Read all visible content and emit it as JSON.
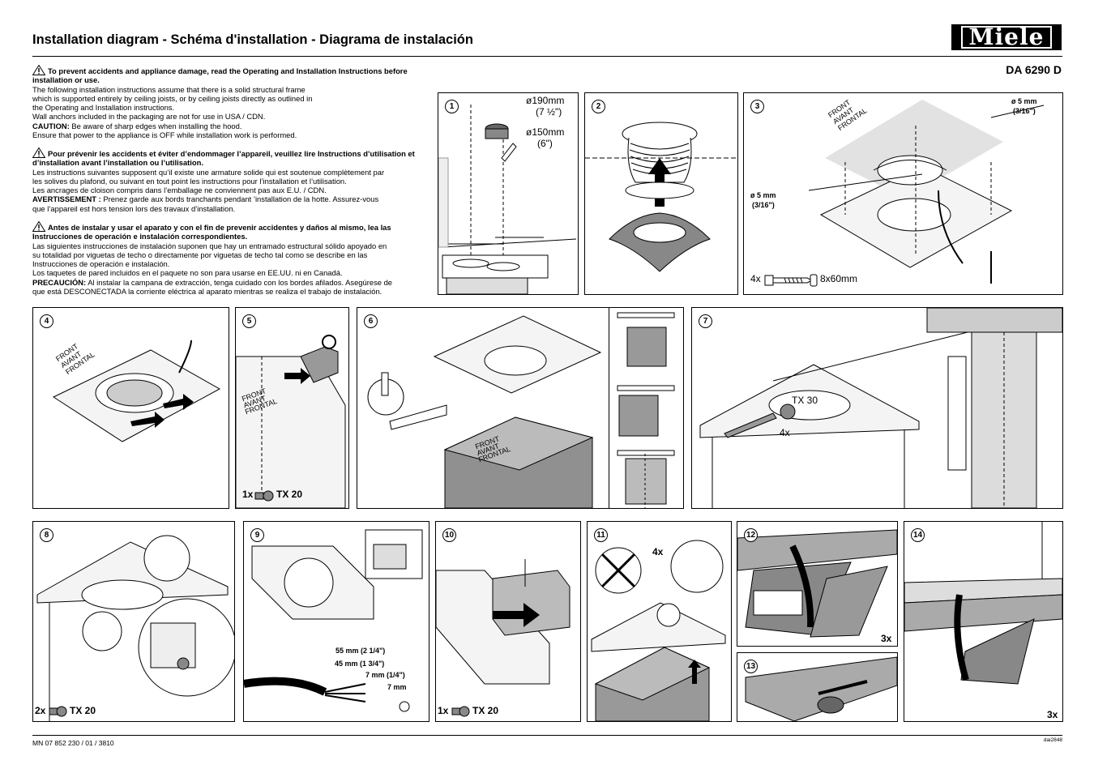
{
  "title": "Installation diagram  -  Schéma d'installation  -  Diagrama de instalación",
  "brand": "Miele",
  "model": "DA 6290 D",
  "warnings": {
    "en": {
      "header": "To prevent accidents and appliance damage, read the Operating and Installation Instructions before installation or use.",
      "lines": [
        "The following installation instructions assume that there is a solid structural frame",
        "which is supported entirely by ceiling joists, or by ceiling joists directly as outlined in",
        "the Operating and Installation instructions.",
        "Wall anchors included in the packaging are not for use in USA / CDN."
      ],
      "caution_label": "CAUTION:",
      "caution_text": " Be aware of sharp edges when installing the hood.",
      "last": "Ensure that power to the appliance is OFF while installation work is performed."
    },
    "fr": {
      "header": "Pour prévenir les accidents et éviter d’endommager l’appareil, veuillez lire Instructions d’utilisation et d’installation avant l’installation ou l’utilisation.",
      "lines": [
        "Les instructions suivantes supposent qu’il existe une armature solide qui est soutenue complètement par",
        "les solives du plafond, ou suivant en tout point les instructions pour l’installation et l’utilisation.",
        "Les ancrages de cloison compris dans l’emballage ne conviennent pas aux E.U. / CDN."
      ],
      "caution_label": "AVERTISSEMENT :",
      "caution_text": " Prenez garde aux bords tranchants pendant ’installation de la hotte. Assurez-vous",
      "last": "que l’appareil est hors tension lors des travaux d’installation."
    },
    "es": {
      "header": "Antes de instalar y usar el aparato y con el fin de prevenir accidentes y daños al mismo, lea las Instrucciones de operación e instalación correspondientes.",
      "lines": [
        "Las siguientes instrucciones de instalación suponen que hay un entramado estructural sólido apoyado en",
        "su totalidad por viguetas de techo o directamente por viguetas de techo tal como se describe en las",
        "Instrucciones de operación e instalación.",
        "Los taquetes de pared incluidos en el paquete no son para usarse en EE.UU. ni en Canadá."
      ],
      "caution_label": "PRECAUCIÓN:",
      "caution_text": " Al instalar la campana de extracción, tenga cuidado con los bordes afilados. Asegúrese de",
      "last": "que está DESCONECTADA la corriente eléctrica al aparato mientras se realiza el trabajo de instalación."
    }
  },
  "steps": {
    "s1": {
      "num": "1",
      "d1": "ø190mm",
      "d1_in": "(7 ½\")",
      "d2": "ø150mm",
      "d2_in": "(6\")"
    },
    "s2": {
      "num": "2"
    },
    "s3": {
      "num": "3",
      "hole_top": "ø 5 mm",
      "hole_top_in": "(3/16\")",
      "hole_left": "ø 5 mm",
      "hole_left_in": "(3/16\")",
      "front": "FRONT",
      "avant": "AVANT",
      "frontal": "FRONTAL",
      "qty": "4x",
      "screw": "8x60mm"
    },
    "s4": {
      "num": "4",
      "front": "FRONT",
      "avant": "AVANT",
      "frontal": "FRONTAL"
    },
    "s5": {
      "num": "5",
      "qty": "1x",
      "tool": "TX 20",
      "front": "FRONT",
      "avant": "AVANT",
      "frontal": "FRONTAL"
    },
    "s6": {
      "num": "6",
      "front": "FRONT",
      "avant": "AVANT",
      "frontal": "FRONTAL"
    },
    "s7": {
      "num": "7",
      "tool": "TX 30",
      "qty": "4x"
    },
    "s8": {
      "num": "8",
      "qty": "2x",
      "tool": "TX 20"
    },
    "s9": {
      "num": "9",
      "m1": "55 mm (2 1/4\")",
      "m2": "45 mm (1 3/4\")",
      "m3": "7 mm (1/4\")",
      "m4": "7 mm"
    },
    "s10": {
      "num": "10",
      "qty": "1x",
      "tool": "TX 20"
    },
    "s11": {
      "num": "11",
      "qty": "4x"
    },
    "s12": {
      "num": "12",
      "qty": "3x"
    },
    "s13": {
      "num": "13"
    },
    "s14": {
      "num": "14",
      "qty": "3x"
    }
  },
  "footer": {
    "doc": "MN 07 852 230 / 01 / 3810",
    "ref": "dai2848"
  }
}
